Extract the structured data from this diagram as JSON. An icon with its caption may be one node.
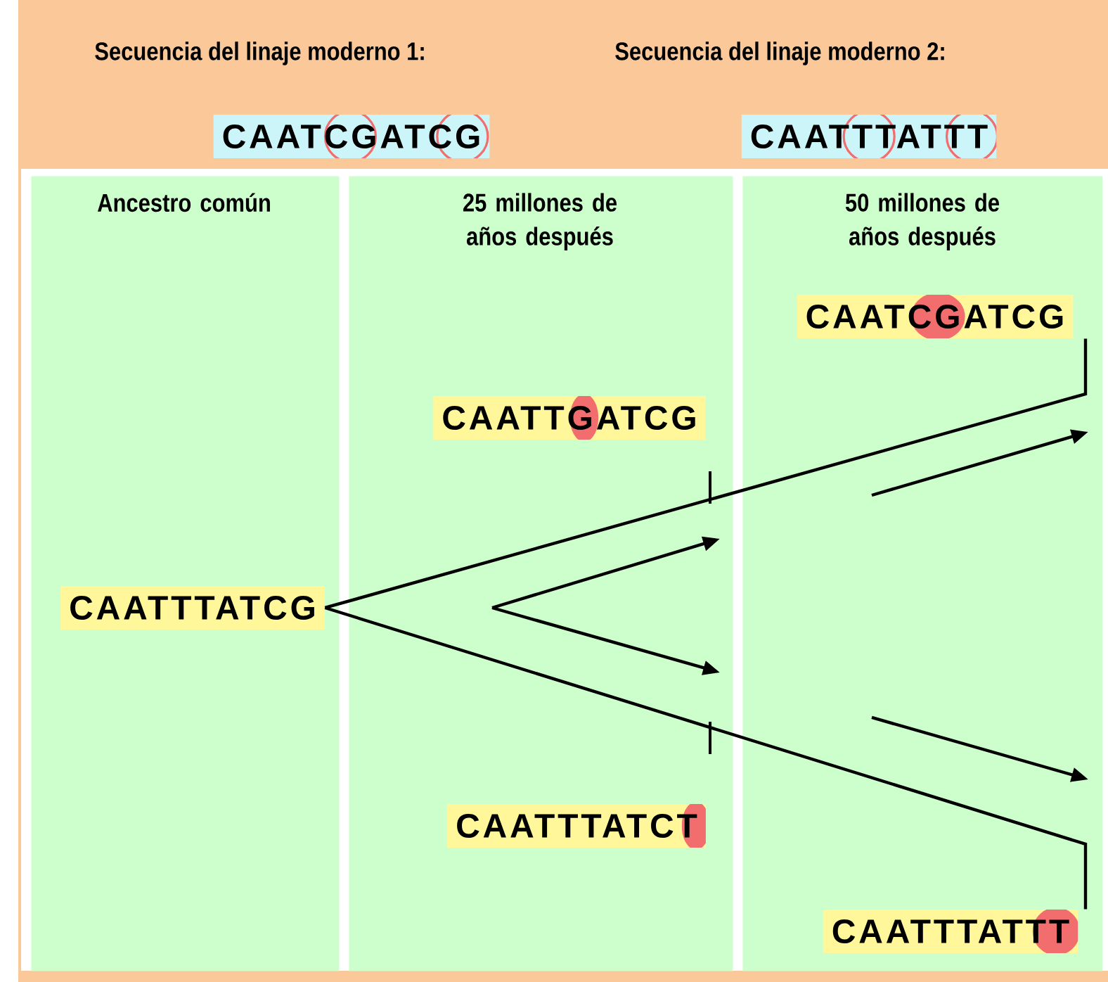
{
  "diagram": {
    "nodes": [
      {
        "text": [
          "Ancestro común"
        ]
      },
      {
        "text": [
          "25 millones de años después"
        ]
      },
      {
        "text": [
          "50 millones de años después"
        ]
      },
      {
        "text": [
          "CAATTTATCG"
        ],
        "in": 0
      },
      {
        "text": [
          "CAATTGATCG"
        ],
        "in": 1
      },
      {
        "text": [
          "CAATTTATCT"
        ],
        "in": 1
      },
      {
        "text": [
          "CAATCGATCG"
        ],
        "in": 2
      },
      {
        "text": [
          "CAATTTATTT"
        ],
        "in": 2
      },
      {
        "text": [
          "CAATCGATCG"
        ]
      },
      {
        "text": [
          "CAATTTATTT"
        ]
      }
    ],
    "edges": [
      {
        "from": 3,
        "to": 6,
        "arrow": "none"
      },
      {
        "from": 3,
        "to": 7,
        "arrow": "none"
      }
    ],
    "labels": [
      "Secuencia del linaje moderno 1:",
      "Secuencia del linaje moderno 2:"
    ]
  }
}
